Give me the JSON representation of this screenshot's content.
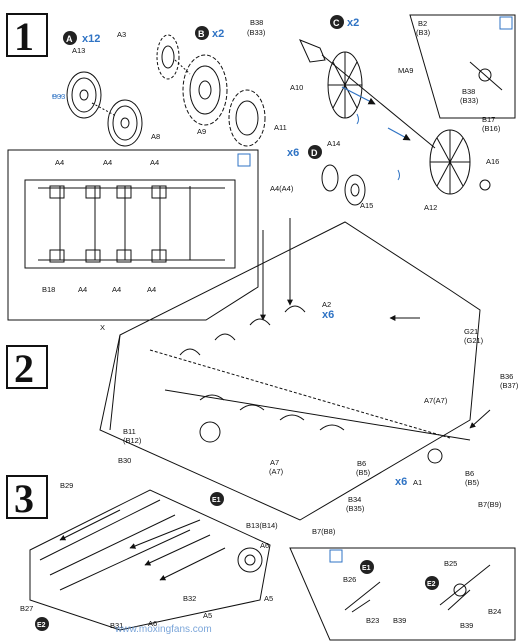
{
  "steps": [
    {
      "id": "step-1",
      "number": "1"
    },
    {
      "id": "step-2",
      "number": "2"
    },
    {
      "id": "step-3",
      "number": "3"
    }
  ],
  "subassemblies": [
    {
      "id": "A",
      "letter": "A",
      "qty": "x12"
    },
    {
      "id": "B",
      "letter": "B",
      "qty": "x2"
    },
    {
      "id": "C",
      "letter": "C",
      "qty": "x2"
    },
    {
      "id": "D",
      "letter": "D",
      "qty": "x6"
    }
  ],
  "step1_labels": [
    "A13",
    "B33",
    "A8",
    "A3",
    "A9",
    "B38",
    "(B33)",
    "A11",
    "A10",
    "B2",
    "(B3)",
    "MA9",
    "B38",
    "(B33)",
    "B17",
    "(B16)",
    "A14",
    "A16",
    "A15",
    "A12"
  ],
  "detail_labels": [
    "A4",
    "A4",
    "A4",
    "B18",
    "A4",
    "A4",
    "A4"
  ],
  "step2_labels": [
    "X",
    "A4(A4)",
    "A2",
    "x6",
    "G21",
    "(G21)",
    "B36",
    "(B37)",
    "A7(A7)",
    "B11",
    "(B12)",
    "A7",
    "(A7)",
    "B6",
    "(B5)",
    "x6",
    "A1",
    "B6",
    "(B5)",
    "B7(B9)",
    "B34",
    "(B35)",
    "B7(B8)",
    "B13(B14)"
  ],
  "step3_labels": [
    "B30",
    "B29",
    "E1",
    "A6",
    "B32",
    "A5",
    "A6",
    "B31",
    "B27",
    "E2",
    "A5"
  ],
  "detail3_labels": [
    "E1",
    "E2",
    "B26",
    "B25",
    "B23",
    "B39",
    "B24",
    "B39"
  ],
  "watermark": "www.moxingfans.com"
}
